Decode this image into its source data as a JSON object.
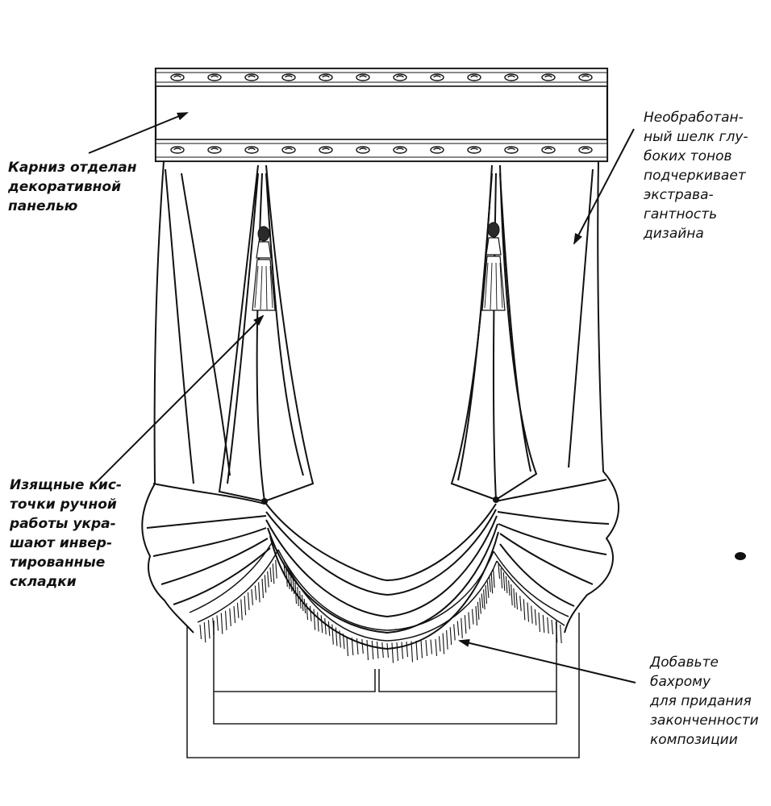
{
  "colors": {
    "ink": "#111111",
    "paper": "#ffffff",
    "fill_dark": "#2a2a2a"
  },
  "icons": [
    "cornice-panel-drawing",
    "curtain-drawing",
    "tassel-icon",
    "fringe-drawing",
    "window-frame-drawing"
  ],
  "annotations": {
    "cornice": {
      "lines": [
        "Карниз отделан",
        "декоративной",
        "панелью"
      ]
    },
    "silk": {
      "lines": [
        "Необработан-",
        "ный шелк глу-",
        "боких тонов",
        "подчеркивает",
        "экстрава-",
        "гантность",
        "дизайна"
      ]
    },
    "tassels": {
      "lines": [
        "Изящные кис-",
        "точки ручной",
        "работы укра-",
        "шают инвер-",
        "тированные",
        "складки"
      ]
    },
    "fringe": {
      "lines": [
        "Добавьте",
        "бахрому",
        "для придания",
        "законченности",
        "композиции"
      ]
    }
  }
}
